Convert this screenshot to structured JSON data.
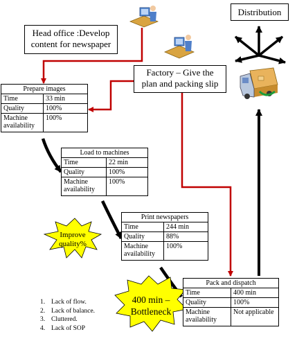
{
  "distribution": {
    "label": "Distribution"
  },
  "head_office": {
    "line1": "Head office :Develop",
    "line2": "content for newspaper"
  },
  "factory": {
    "line1": "Factory – Give the",
    "line2": "plan and packing slip"
  },
  "processes": [
    {
      "title": "Prepare images",
      "rows": [
        {
          "k": "Time",
          "v": "33 min"
        },
        {
          "k": "Quality",
          "v": "100%"
        },
        {
          "k": "Machine availability",
          "v": "100%"
        }
      ]
    },
    {
      "title": "Load to machines",
      "rows": [
        {
          "k": "Time",
          "v": "22 min"
        },
        {
          "k": "Quality",
          "v": "100%"
        },
        {
          "k": "Machine availability",
          "v": "100%"
        }
      ]
    },
    {
      "title": "Print newspapers",
      "rows": [
        {
          "k": "Time",
          "v": "244 min"
        },
        {
          "k": "Quality",
          "v": "88%"
        },
        {
          "k": "Machine availability",
          "v": "100%"
        }
      ]
    },
    {
      "title": "Pack and dispatch",
      "rows": [
        {
          "k": "Time",
          "v": "400 min"
        },
        {
          "k": "Quality",
          "v": "100%"
        },
        {
          "k": "Machine availability",
          "v": "Not applicable"
        }
      ]
    }
  ],
  "bursts": {
    "improve": {
      "line1": "Improve",
      "line2": "quality%"
    },
    "bottleneck": {
      "line1": "400 min –",
      "line2": "Bottleneck"
    }
  },
  "issues": [
    {
      "num": "1.",
      "text": "Lack of flow."
    },
    {
      "num": "2.",
      "text": "Lack of balance."
    },
    {
      "num": "3.",
      "text": "Cluttered."
    },
    {
      "num": "4.",
      "text": "Lack of SOP"
    }
  ],
  "colors": {
    "info_arrow": "#c00000",
    "flow_arrow": "#000000",
    "burst_fill": "#ffff00"
  },
  "icons": [
    "person-at-computer-icon",
    "person-at-computer-icon",
    "delivery-truck-icon"
  ]
}
